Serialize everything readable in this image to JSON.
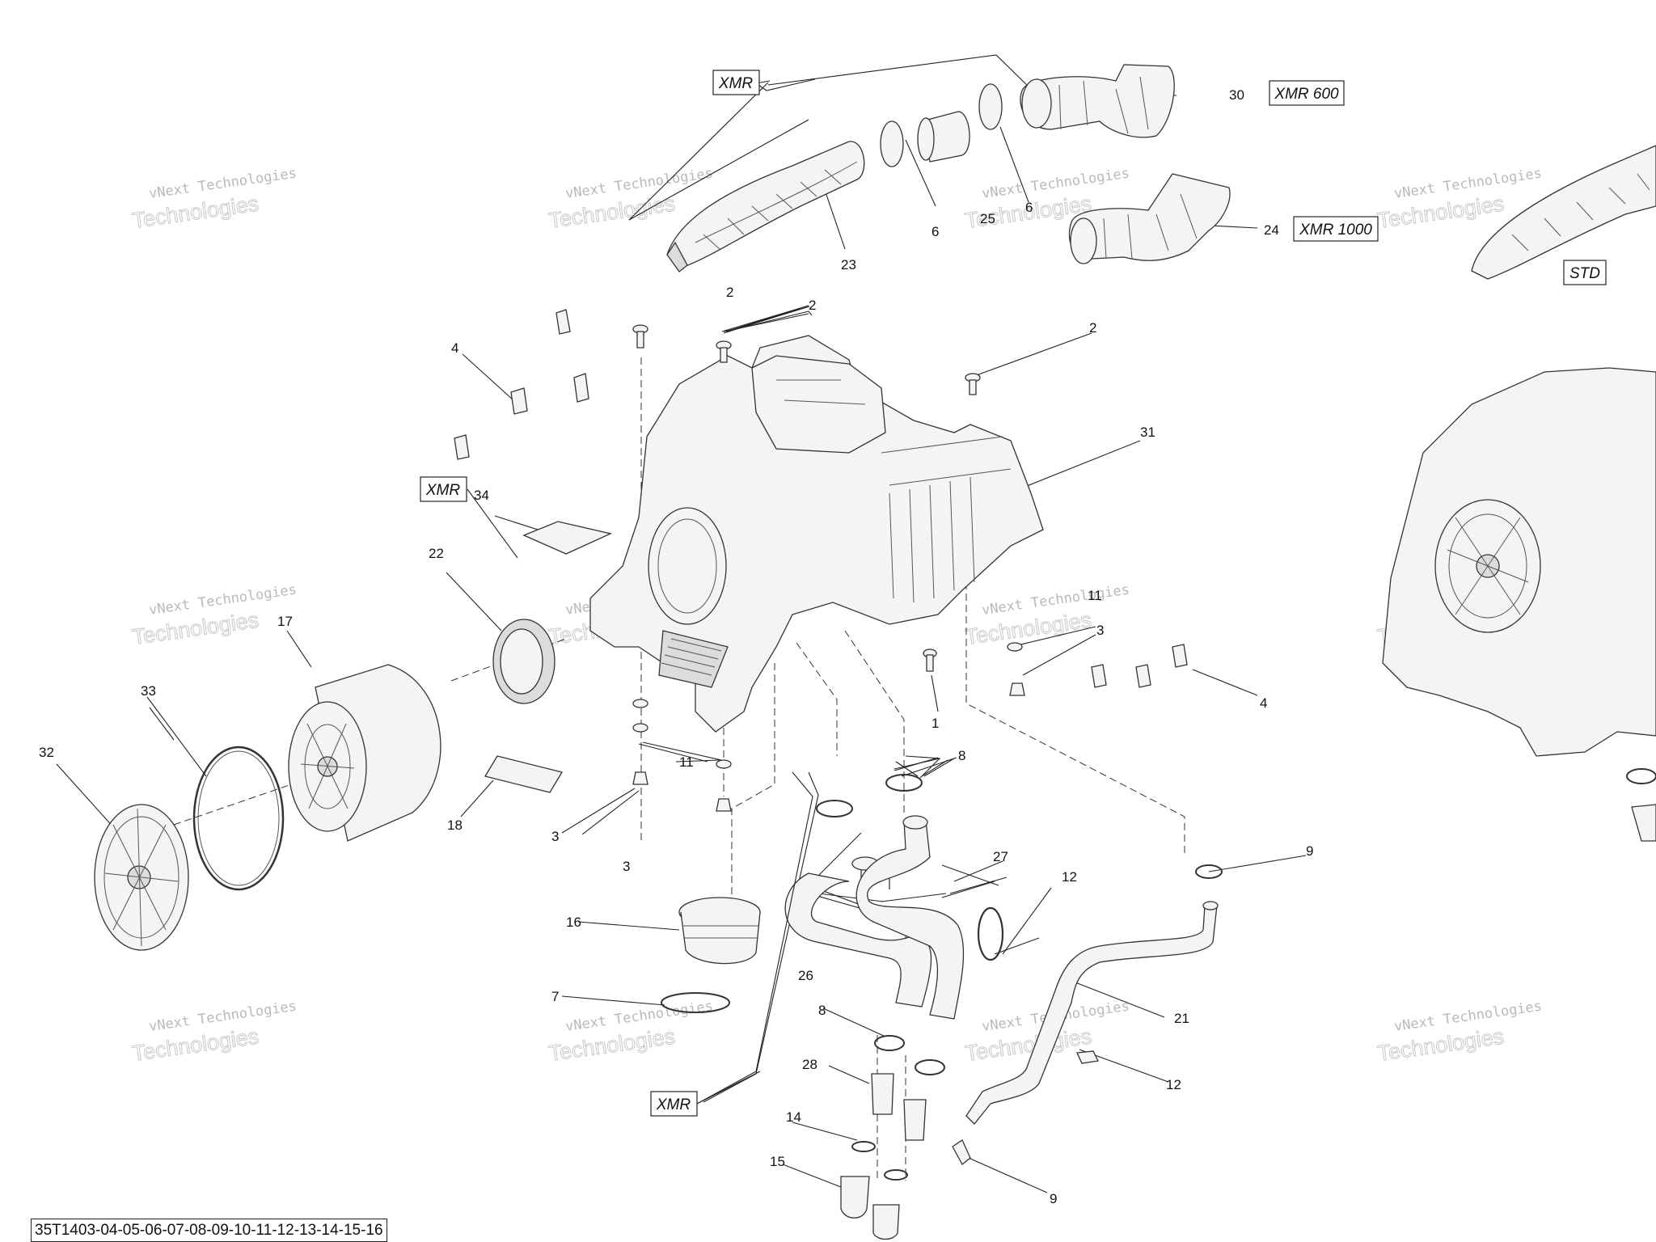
{
  "labels": {
    "n1": "1",
    "n2a": "2",
    "n2b": "2",
    "n2c": "2",
    "n3a": "3",
    "n3b": "3",
    "n3c": "3",
    "n4a": "4",
    "n4b": "4",
    "n6a": "6",
    "n6b": "6",
    "n7": "7",
    "n8a": "8",
    "n8b": "8",
    "n9a": "9",
    "n9b": "9",
    "n11a": "11",
    "n11b": "11",
    "n12a": "12",
    "n12b": "12",
    "n14": "14",
    "n15": "15",
    "n16": "16",
    "n17": "17",
    "n18": "18",
    "n21": "21",
    "n22": "22",
    "n23": "23",
    "n24": "24",
    "n25": "25",
    "n26": "26",
    "n27": "27",
    "n28": "28",
    "n30": "30",
    "n31": "31",
    "n32": "32",
    "n33": "33",
    "n34": "34"
  },
  "tags": {
    "xmr_top": "XMR",
    "xmr_mid": "XMR",
    "xmr_bottom": "XMR",
    "xmr600": "XMR 600",
    "xmr1000": "XMR 1000",
    "std": "STD"
  },
  "watermark": {
    "line1": "vNext Technologies",
    "line2": "Technologies"
  },
  "diagram_code": "35T1403-04-05-06-07-08-09-10-11-12-13-14-15-16"
}
